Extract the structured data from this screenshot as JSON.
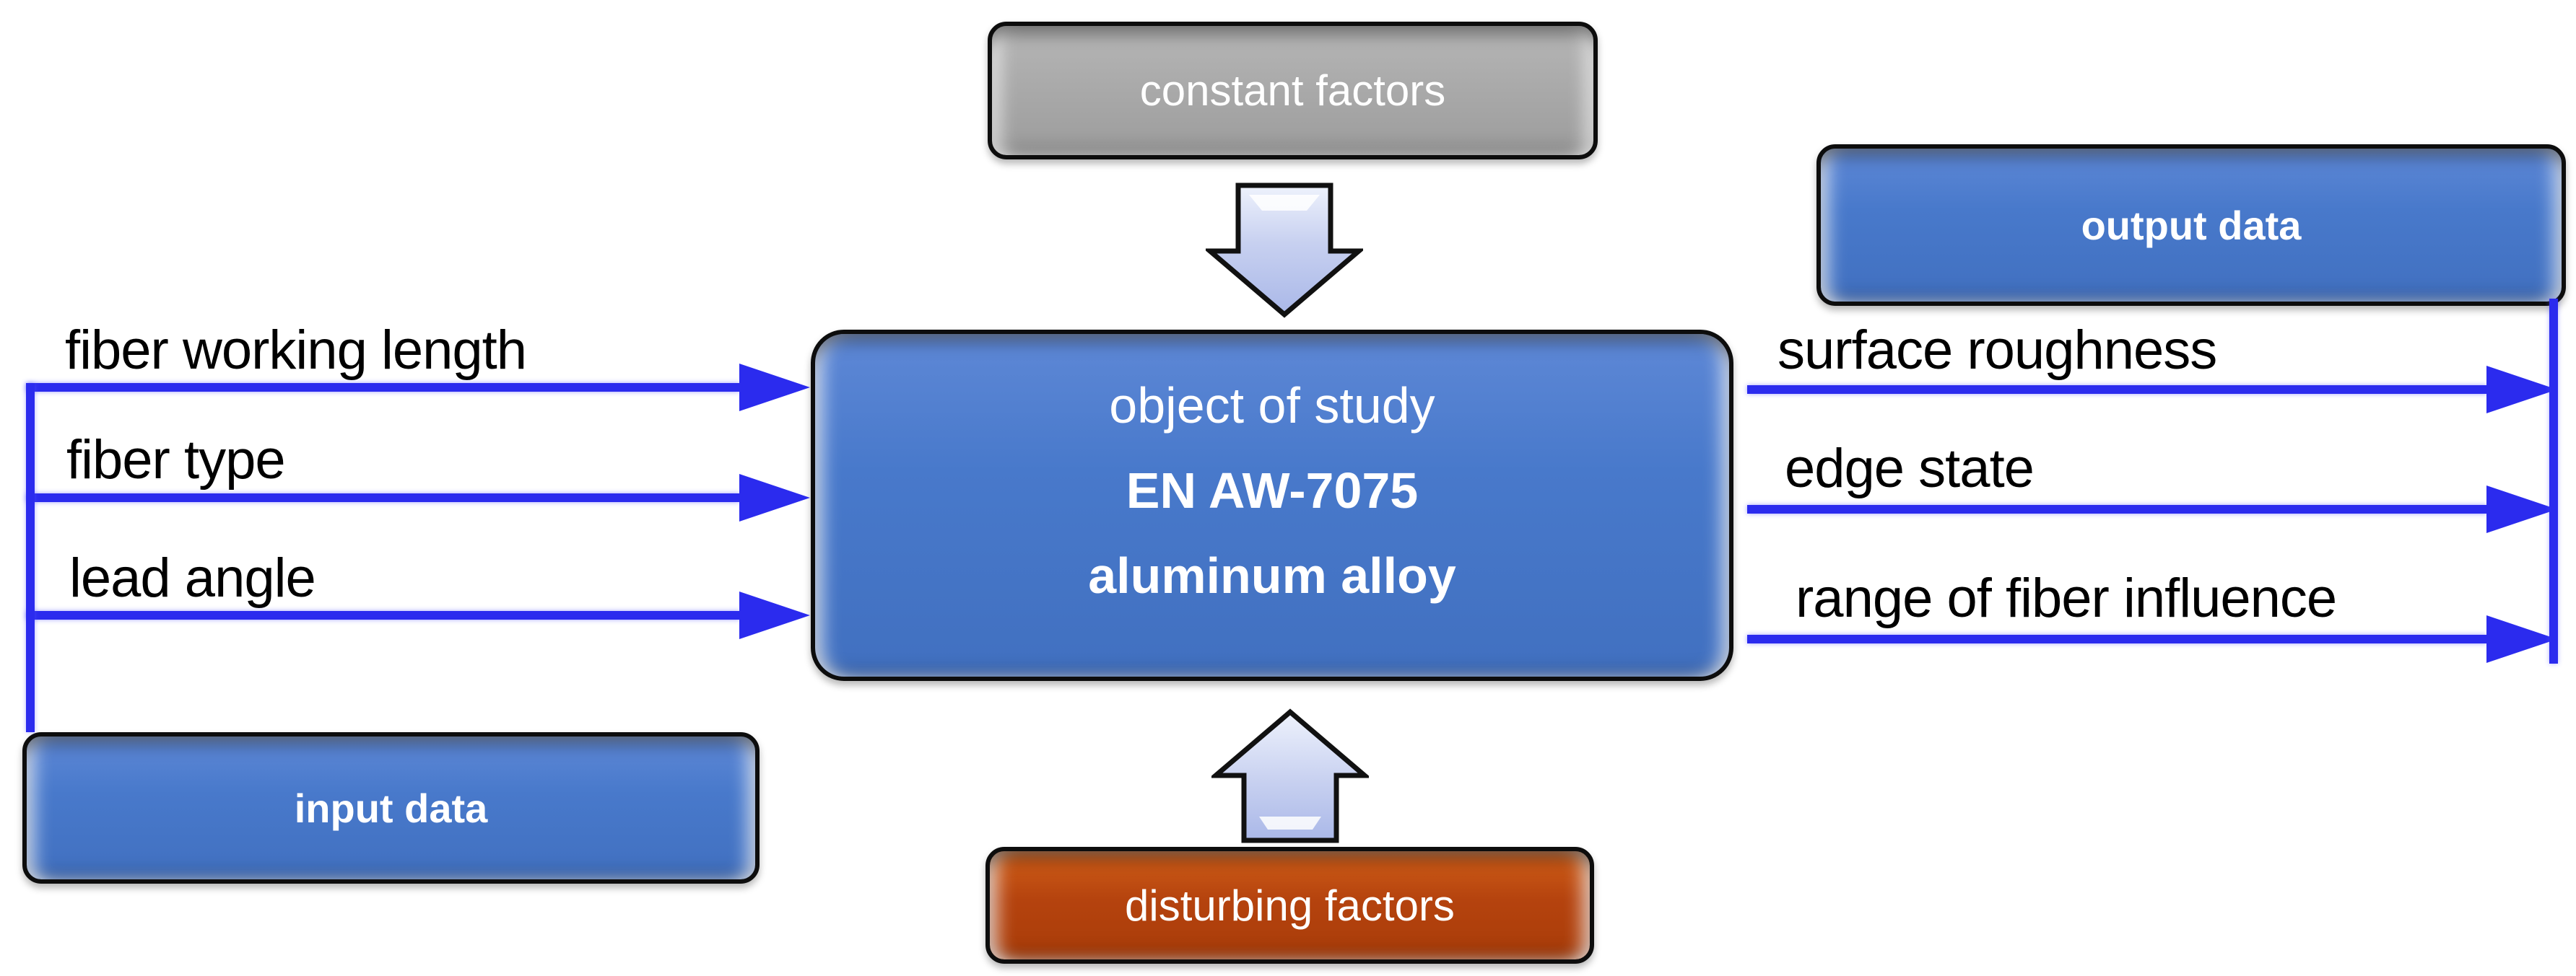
{
  "theme": {
    "bg": "#ffffff",
    "arrow-blue": "#2b2bee",
    "border-black": "#0d0d0d",
    "box-blue-a": "#5e88d6",
    "box-blue-b": "#4170c0",
    "box-gray-a": "#b6b6b6",
    "box-gray-b": "#9c9c9c",
    "box-orange-a": "#d05e18",
    "box-orange-b": "#a93c09",
    "label-black": "#000000",
    "text-white": "#ffffff",
    "block-arrow-fill": "#c7d0f0"
  },
  "boxes": {
    "constant_factors": {
      "label": "constant factors"
    },
    "object_of_study": {
      "title": "object of study",
      "line2": "EN AW-7075",
      "line3": "aluminum alloy"
    },
    "disturbing_factors": {
      "label": "disturbing factors"
    },
    "input_data": {
      "label": "input data"
    },
    "output_data": {
      "label": "output data"
    }
  },
  "inputs": {
    "items": [
      {
        "label": "fiber working length"
      },
      {
        "label": "fiber type"
      },
      {
        "label": "lead angle"
      }
    ]
  },
  "outputs": {
    "items": [
      {
        "label": "surface roughness"
      },
      {
        "label": "edge state"
      },
      {
        "label": "range of fiber influence"
      }
    ]
  }
}
